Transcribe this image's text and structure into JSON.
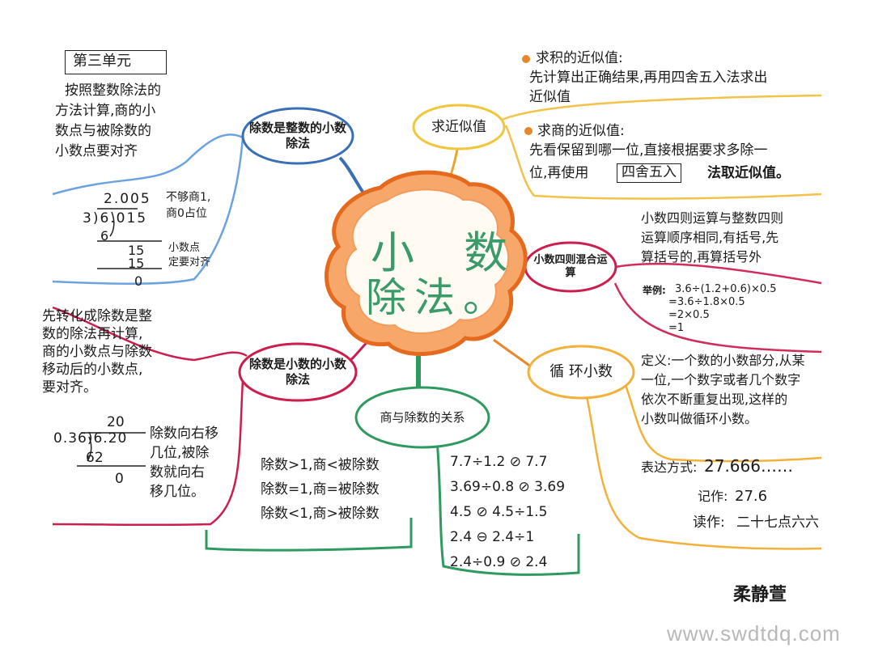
{
  "center": {
    "line1": "小 数",
    "line2": "除法。"
  },
  "unit_label": "第三单元",
  "branches": {
    "integer_divisor": {
      "title": "除数是整数的小数除法",
      "rule": [
        "按照整数除法的",
        "方法计算,商的小",
        "数点与被除数的",
        "小数点要对齐"
      ],
      "example": {
        "quotient": "2.005",
        "dividend_row": "3)6.015",
        "work": [
          "6",
          "15",
          "15",
          "0"
        ],
        "note1": [
          "不够商1,",
          "商0占位"
        ],
        "note2": [
          "小数点",
          "定要对齐"
        ]
      }
    },
    "decimal_divisor": {
      "title": "除数是小数的小数除法",
      "rule": [
        "先转化成除数是整",
        "数的除法再计算,",
        "商的小数点与除数",
        "移动后的小数点,",
        "要对齐。"
      ],
      "example": {
        "quotient": "20",
        "dividend_row": "0.36)6.20",
        "work": [
          "62",
          "0"
        ],
        "note": [
          "除数向右移",
          "几位,被除",
          "数就向右",
          "移几位。"
        ]
      }
    },
    "quotient_relation": {
      "title": "商与除数的关系",
      "rules": [
        "除数>1,商<被除数",
        "除数=1,商=被除数",
        "除数<1,商>被除数"
      ],
      "examples": [
        "7.7÷1.2 ⊘ 7.7",
        "3.69÷0.8 ⊘ 3.69",
        "4.5 ⊘ 4.5÷1.5",
        "2.4 ⊖ 2.4÷1",
        "2.4÷0.9 ⊘ 2.4"
      ]
    },
    "approximation": {
      "title": "求近似值",
      "product_heading": "求积的近似值:",
      "product_text": [
        "先计算出正确结果,再用四舍五入法求出",
        "近似值"
      ],
      "quotient_heading": "求商的近似值:",
      "quotient_text": [
        "先看保留到哪一位,直接根据要求多除一",
        "位,再使用"
      ],
      "quotient_boxed": "四舍五入",
      "quotient_tail": "法取近似值。"
    },
    "mixed_operations": {
      "title": "小数四则混合运算",
      "text": [
        "小数四则运算与整数四则",
        "运算顺序相同,有括号,先",
        "算括号的,再算括号外"
      ],
      "example_label": "举例:",
      "example_lines": [
        "3.6÷(1.2+0.6)×0.5",
        "=3.6÷1.8×0.5",
        "=2×0.5",
        "=1"
      ]
    },
    "repeating_decimal": {
      "title": "循 环小数",
      "definition": [
        "定义:一个数的小数部分,从某",
        "一位,一个数字或者几个数字",
        "依次不断重复出现,这样的",
        "小数叫做循环小数。"
      ],
      "notation_label": "表达方式:",
      "notation_value": "27.666……",
      "written_label": "记作:",
      "written_value": "27.6",
      "read_label": "读作:",
      "read_value": "二十七点六六"
    }
  },
  "signature": "柔静萱",
  "watermark": "www.swdtdq.com",
  "colors": {
    "blue": "#3a6fb5",
    "green": "#2f9a5f",
    "yellow": "#f0c63a",
    "red": "#cc1e4e",
    "orange": "#e8862a",
    "gold": "#f2b23a",
    "center_fill": "#f7a76a",
    "center_ring": "#e56a1e",
    "center_text": "#3a9a6a"
  }
}
